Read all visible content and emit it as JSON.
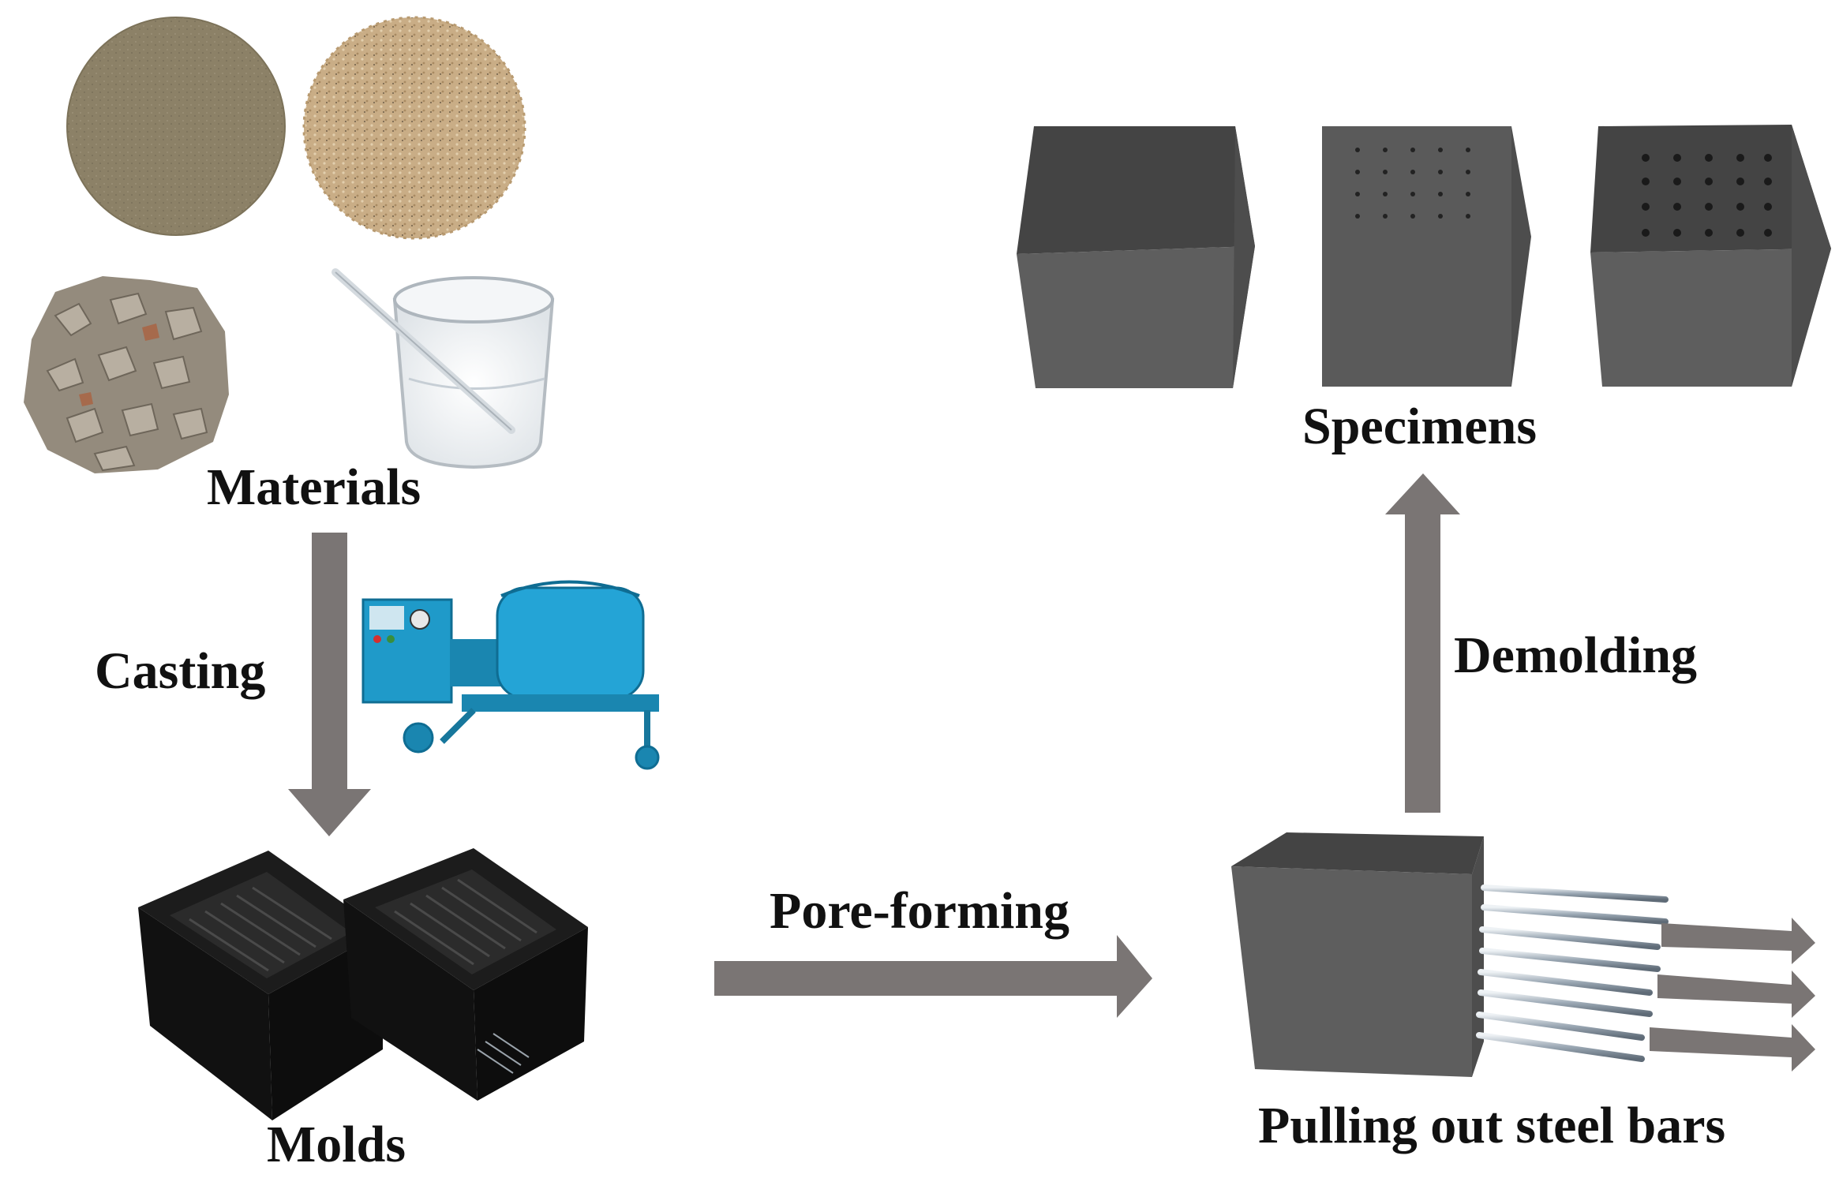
{
  "labels": {
    "materials": "Materials",
    "casting": "Casting",
    "molds": "Molds",
    "pore_forming": "Pore-forming",
    "specimens": "Specimens",
    "demolding": "Demolding",
    "pulling": "Pulling out steel bars"
  },
  "colors": {
    "arrow": "#7a7574",
    "concrete_front": "#5e5e5e",
    "concrete_top": "#444444",
    "concrete_side": "#4d4d4d",
    "mold": "#151515",
    "mixer": "#1f9ac9",
    "cement": "#8c8167",
    "sand": "#c9ad86",
    "gravel": "#9a9183"
  },
  "icons": {
    "cement": "cement-powder-icon",
    "sand": "sand-pile-icon",
    "gravel": "gravel-pile-icon",
    "water": "water-beaker-icon",
    "mixer": "concrete-mixer-icon",
    "molds": "cube-molds-icon",
    "pulled_cube": "cube-with-steel-bars-icon",
    "specimens": "concrete-specimen-cube-icon"
  }
}
